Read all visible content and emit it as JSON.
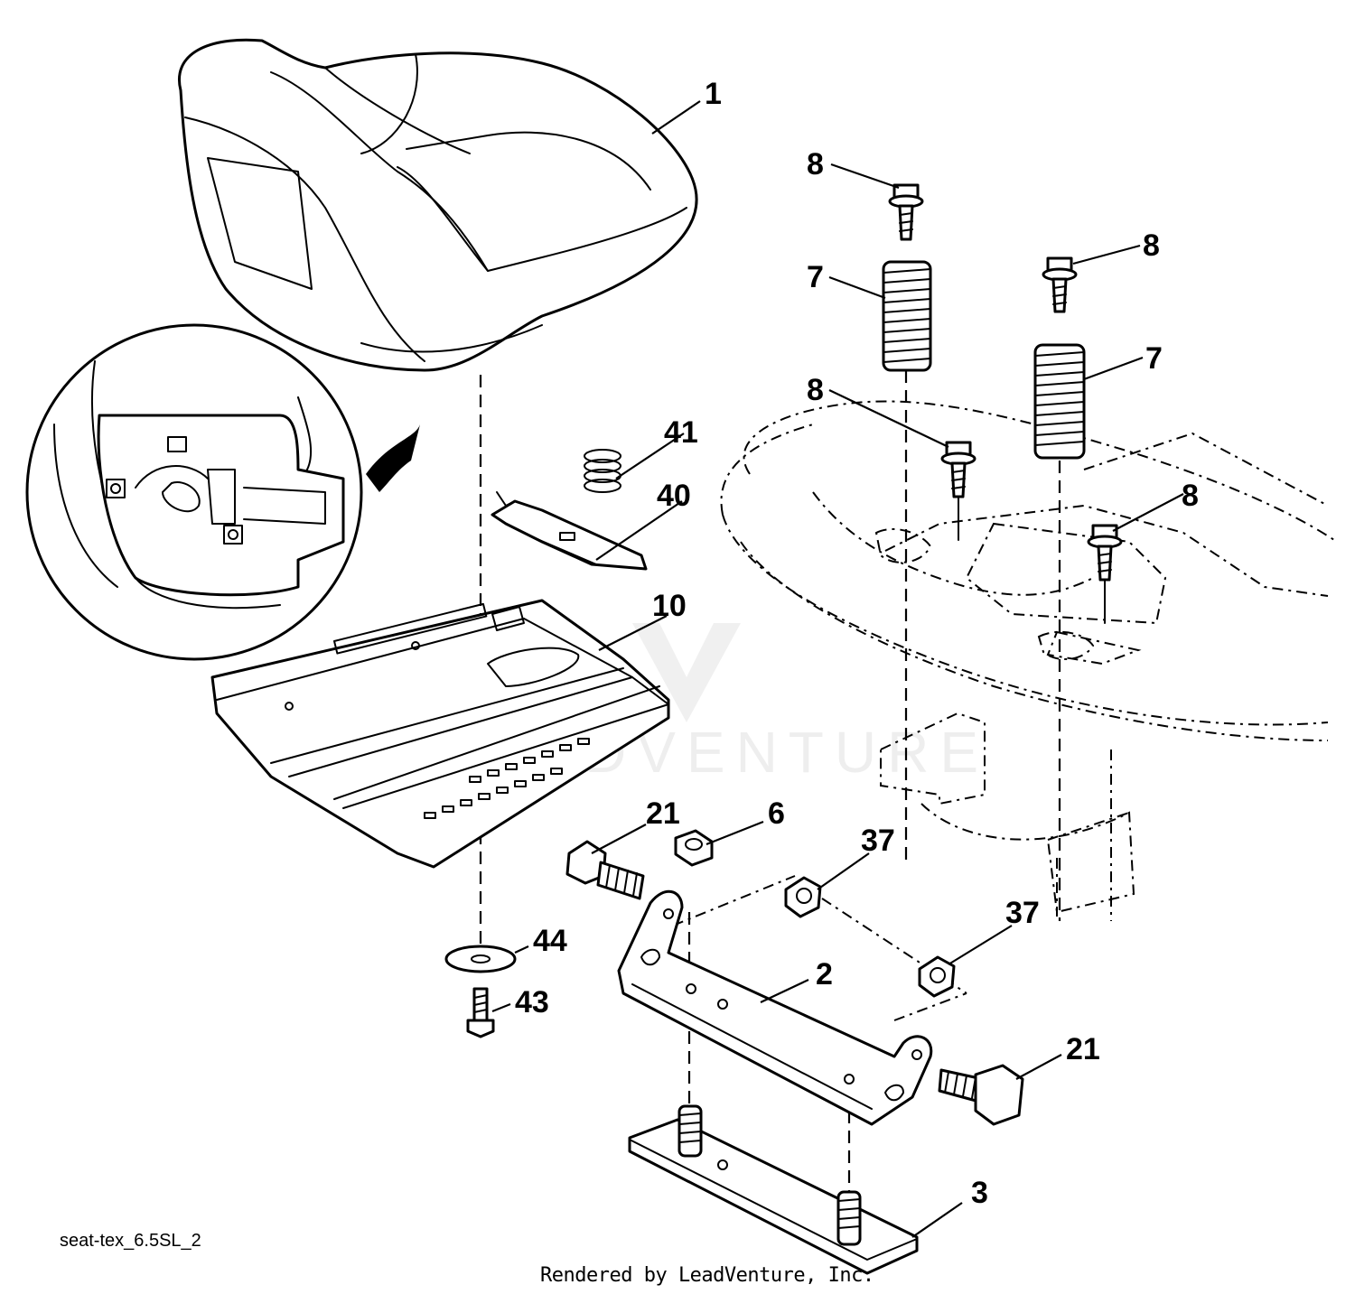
{
  "diagram": {
    "drawing_id": "seat-tex_6.5SL_2",
    "credit": "Rendered by LeadVenture, Inc.",
    "watermark": "LEADVENTURE",
    "callouts": {
      "seat": "1",
      "seat_bracket": "2",
      "seat_plate": "3",
      "nut_6": "6",
      "spring_left": "7",
      "spring_right": "7",
      "bolt_8_top_left": "8",
      "bolt_8_top_right": "8",
      "bolt_8_mid_left": "8",
      "bolt_8_mid_right": "8",
      "seat_pan": "10",
      "bolt_21_left": "21",
      "bolt_21_right": "21",
      "nut_37_upper": "37",
      "nut_37_lower": "37",
      "slide_clip": "40",
      "small_spring": "41",
      "screw_43": "43",
      "washer_44": "44"
    }
  }
}
